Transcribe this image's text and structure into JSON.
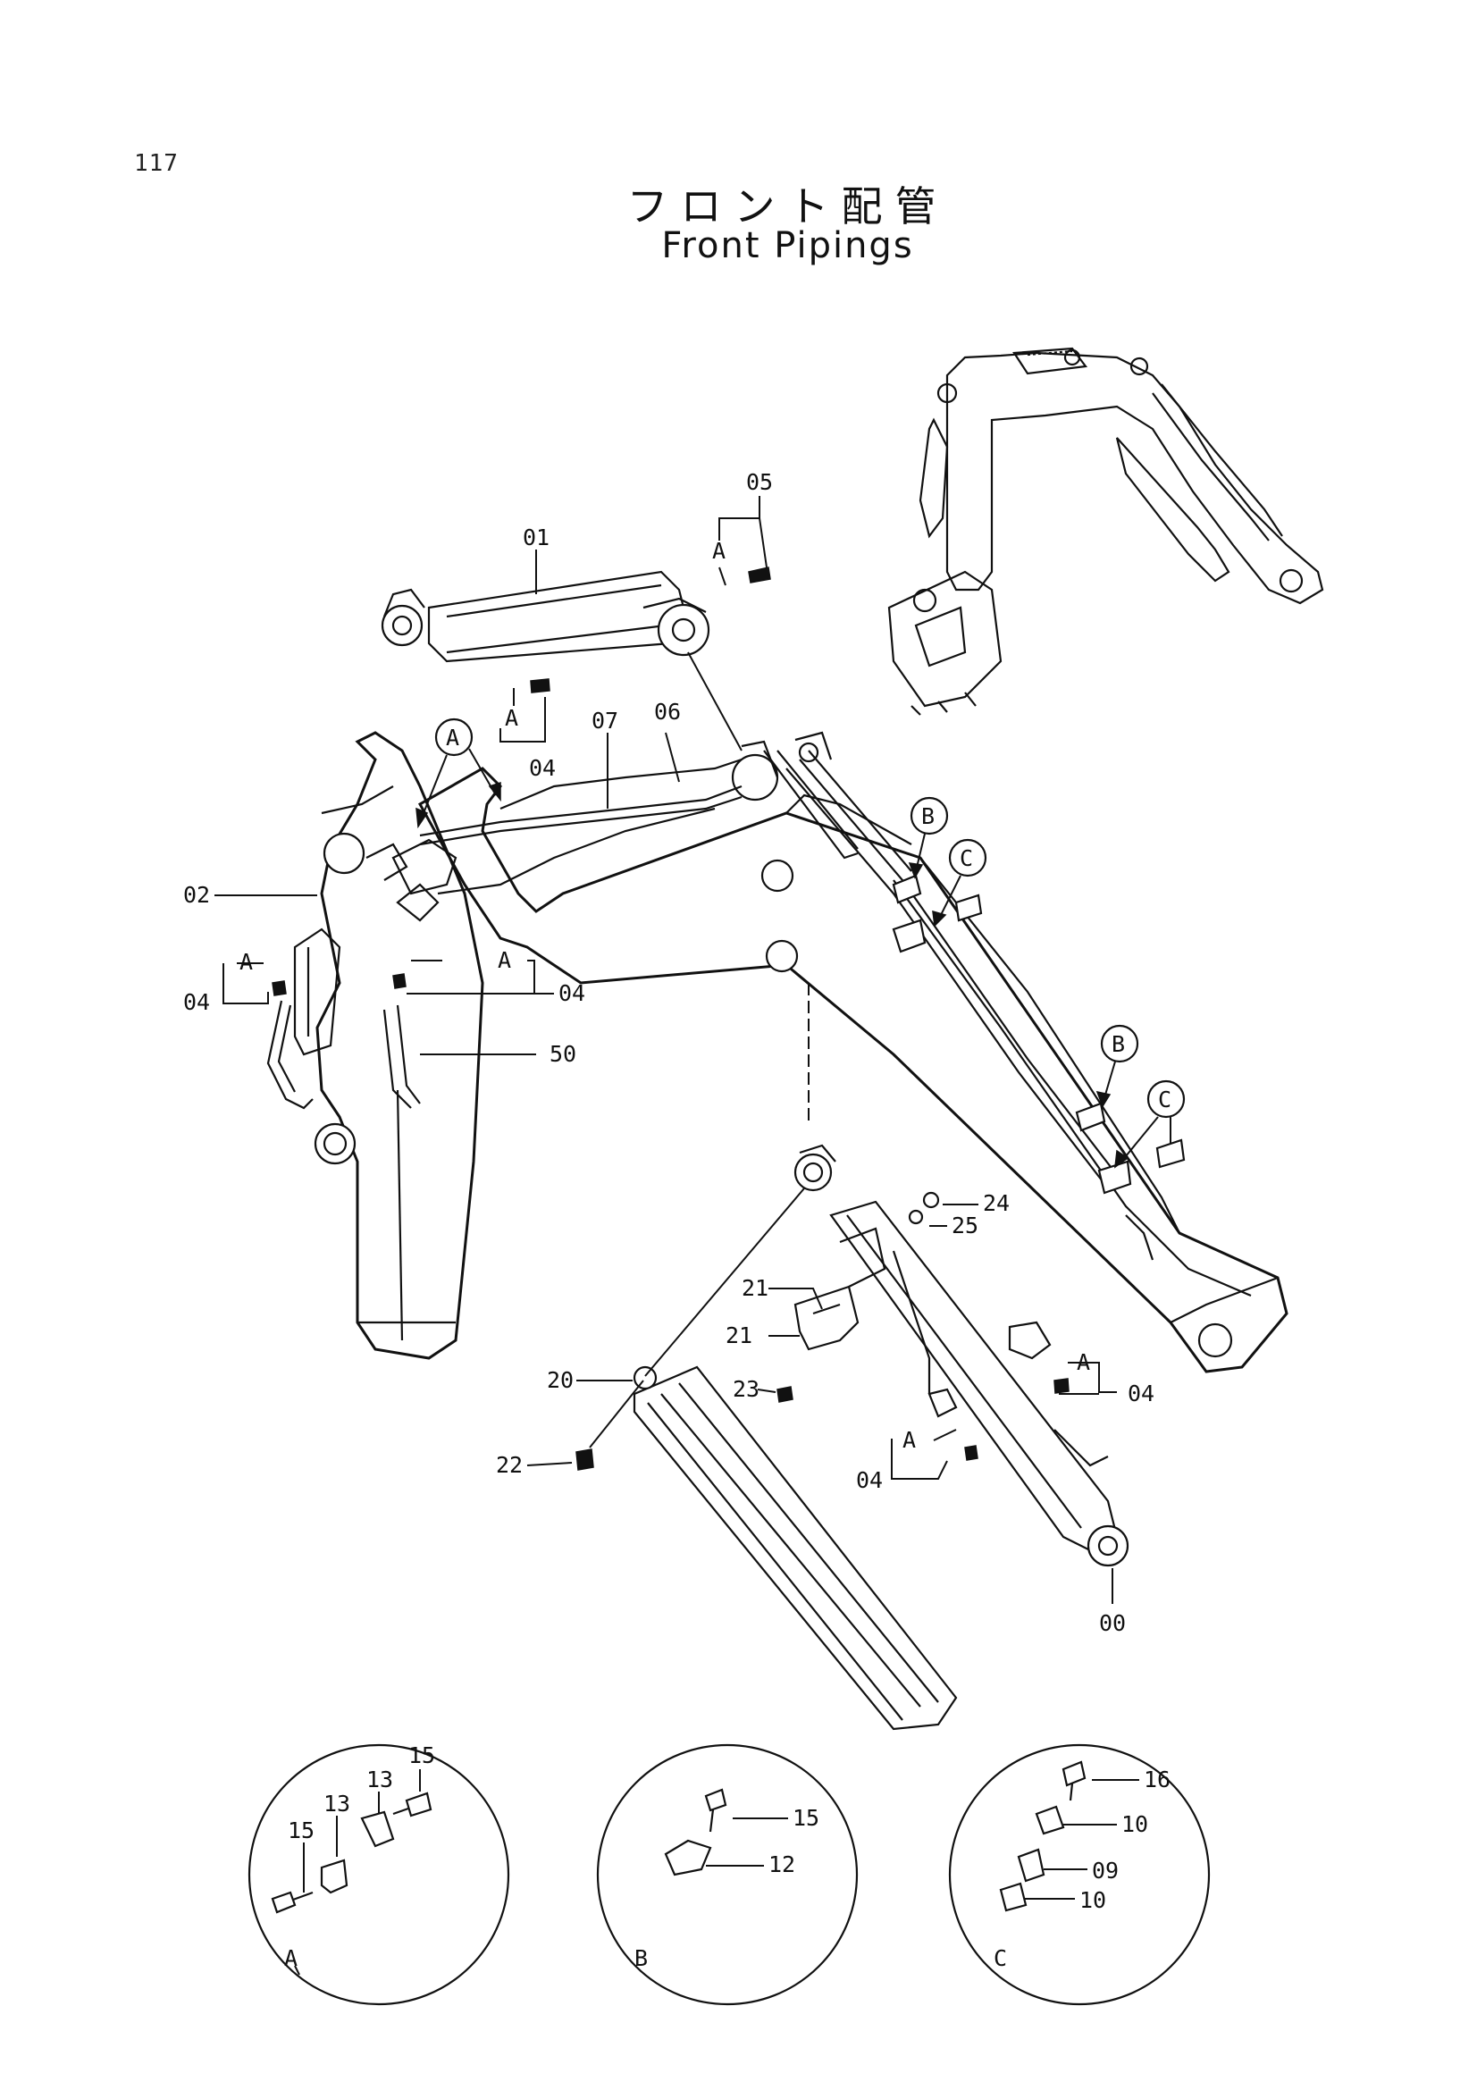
{
  "page_number": "117",
  "title_jp": "フロント配管",
  "title_en": "Front Pipings",
  "callouts": {
    "c00": "00",
    "c01": "01",
    "c02": "02",
    "c04a": "04",
    "c04b": "04",
    "c04c": "04",
    "c04d": "04",
    "c04e": "04",
    "c05": "05",
    "c06": "06",
    "c07": "07",
    "c20": "20",
    "c21a": "21",
    "c21b": "21",
    "c22": "22",
    "c23": "23",
    "c24": "24",
    "c25": "25",
    "c50": "50",
    "a1": "A",
    "a2": "A",
    "a3": "A",
    "a4": "A",
    "a5": "A",
    "a6": "A"
  },
  "view_markers": {
    "A": "A",
    "B1": "B",
    "B2": "B",
    "C1": "C",
    "C2": "C"
  },
  "detail_views": {
    "A": {
      "label": "A",
      "parts": [
        "15",
        "13",
        "13",
        "15"
      ]
    },
    "B": {
      "label": "B",
      "parts": [
        "15",
        "12"
      ]
    },
    "C": {
      "label": "C",
      "parts": [
        "16",
        "10",
        "09",
        "10"
      ]
    }
  }
}
